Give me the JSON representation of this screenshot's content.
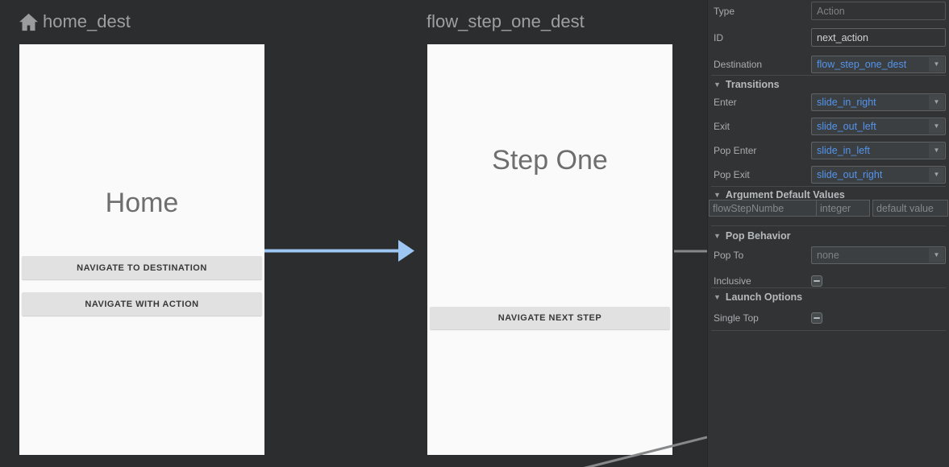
{
  "canvas": {
    "home": {
      "name": "home_dest",
      "screen_title": "Home",
      "buttons": {
        "b1": "NAVIGATE TO DESTINATION",
        "b2": "NAVIGATE WITH ACTION"
      }
    },
    "flow": {
      "name": "flow_step_one_dest",
      "screen_title": "Step One",
      "buttons": {
        "b1": "NAVIGATE NEXT STEP"
      }
    }
  },
  "panel": {
    "type_row": {
      "label": "Type",
      "placeholder": "Action"
    },
    "id_row": {
      "label": "ID",
      "value": "next_action"
    },
    "destination_row": {
      "label": "Destination",
      "value": "flow_step_one_dest"
    },
    "transitions": {
      "title": "Transitions",
      "enter": {
        "label": "Enter",
        "value": "slide_in_right"
      },
      "exit": {
        "label": "Exit",
        "value": "slide_out_left"
      },
      "pop_enter": {
        "label": "Pop Enter",
        "value": "slide_in_left"
      },
      "pop_exit": {
        "label": "Pop Exit",
        "value": "slide_out_right"
      }
    },
    "argument_defaults": {
      "title": "Argument Default Values",
      "arg_name": "flowStepNumbe",
      "arg_type": "integer",
      "arg_value_placeholder": "default value"
    },
    "pop_behavior": {
      "title": "Pop Behavior",
      "pop_to": {
        "label": "Pop To",
        "value": "none"
      },
      "inclusive": {
        "label": "Inclusive"
      }
    },
    "launch_options": {
      "title": "Launch Options",
      "single_top": {
        "label": "Single Top"
      }
    }
  },
  "colors": {
    "accent_blue": "#5394ec",
    "arrow_blue": "#9dc6f2",
    "connection_gray": "#868889",
    "icon_gray": "#9a9c9e"
  }
}
